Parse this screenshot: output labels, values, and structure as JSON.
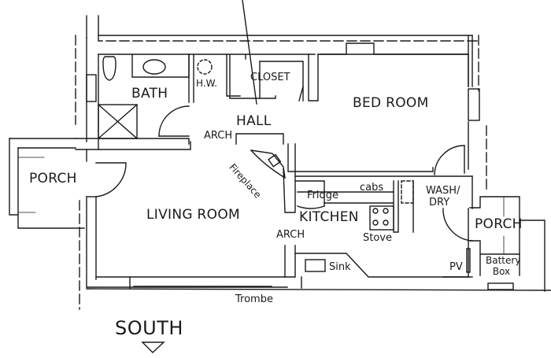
{
  "floor_plan": {
    "orientation_label": "SOUTH",
    "rooms": {
      "bath": "BATH",
      "hot_water": "H.W.",
      "closet": "CLOSET",
      "hall": "HALL",
      "bedroom": "BED ROOM",
      "porch_west": "PORCH",
      "living_room": "LIVING ROOM",
      "kitchen": "KITCHEN",
      "wash_dry_line1": "WASH/",
      "wash_dry_line2": "DRY",
      "porch_east": "PORCH"
    },
    "fixtures": {
      "arch_hall": "ARCH",
      "arch_kitchen": "ARCH",
      "fireplace": "Fireplace",
      "fridge": "Fridge",
      "cabs": "cabs",
      "stove": "Stove",
      "sink": "Sink",
      "pv": "PV",
      "battery_box_line1": "Battery",
      "battery_box_line2": "Box",
      "trombe": "Trombe"
    },
    "colors": {
      "line": "#1a1a1a",
      "background": "#ffffff"
    }
  }
}
